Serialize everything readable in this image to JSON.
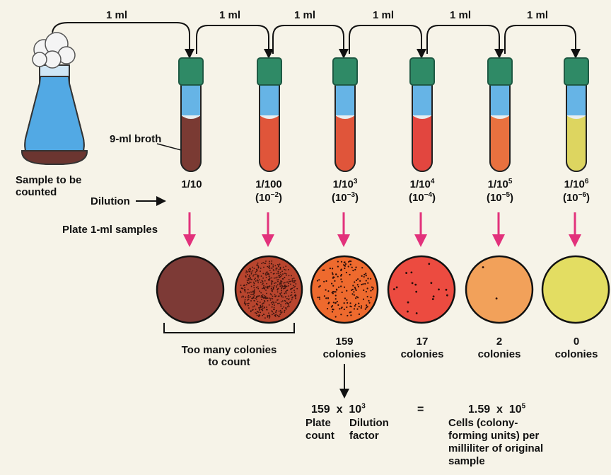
{
  "transfer_label": "1 ml",
  "flask": {
    "label_line1": "Sample to be",
    "label_line2": "counted"
  },
  "broth_label": "9-ml broth",
  "dilution_label": "Dilution",
  "plate_label": "Plate 1-ml samples",
  "tubes": [
    {
      "liquid_color": "#7a3a33",
      "fraction": "1/10",
      "fraction_base": "",
      "fraction_exp": "",
      "power_base": "",
      "power_exp": ""
    },
    {
      "liquid_color": "#e0553a",
      "fraction": "1/100",
      "fraction_base": "",
      "fraction_exp": "",
      "power_base": "10",
      "power_exp": "−2"
    },
    {
      "liquid_color": "#e0553a",
      "fraction": "",
      "fraction_base": "1/10",
      "fraction_exp": "3",
      "power_base": "10",
      "power_exp": "−3"
    },
    {
      "liquid_color": "#e2463f",
      "fraction": "",
      "fraction_base": "1/10",
      "fraction_exp": "4",
      "power_base": "10",
      "power_exp": "−4"
    },
    {
      "liquid_color": "#e9713f",
      "fraction": "",
      "fraction_base": "1/10",
      "fraction_exp": "5",
      "power_base": "10",
      "power_exp": "−5"
    },
    {
      "liquid_color": "#ddd560",
      "fraction": "",
      "fraction_base": "1/10",
      "fraction_exp": "6",
      "power_base": "10",
      "power_exp": "−6"
    }
  ],
  "plates": [
    {
      "color": "#7d3a36",
      "count": "",
      "unit": ""
    },
    {
      "color": "#b8452e",
      "count": "",
      "unit": ""
    },
    {
      "color": "#ee6a2e",
      "count": "159",
      "unit": "colonies"
    },
    {
      "color": "#ec4b40",
      "count": "17",
      "unit": "colonies"
    },
    {
      "color": "#f2a15a",
      "count": "2",
      "unit": "colonies"
    },
    {
      "color": "#e3dd62",
      "count": "0",
      "unit": "colonies"
    }
  ],
  "too_many": {
    "line1": "Too many colonies",
    "line2": "to count"
  },
  "calculation": {
    "count": "159",
    "times1": "x",
    "factor_base": "10",
    "factor_exp": "3",
    "plate_label": "Plate",
    "count_label": "count",
    "dilution_label": "Dilution",
    "factor_label": "factor",
    "equals": "=",
    "result_mantissa": "1.59",
    "times2": "x",
    "result_base": "10",
    "result_exp": "5",
    "result_desc": [
      "Cells (colony-",
      "forming units) per",
      "milliliter of original",
      "sample"
    ]
  },
  "colors": {
    "cap": "#2f8a66",
    "medium": "#66b4e6",
    "glass": "#e9eef0",
    "flask_fill": "#52a9e4",
    "flask_sediment": "#6b3530",
    "arrow_pink": "#e2317b"
  }
}
